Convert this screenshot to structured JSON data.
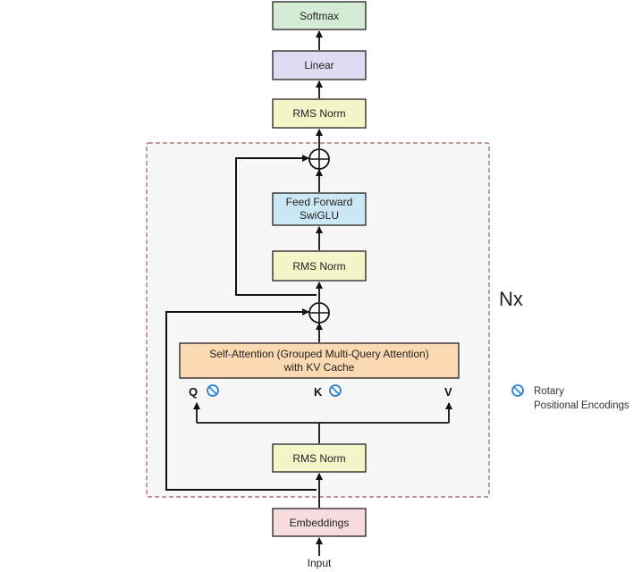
{
  "blocks": {
    "softmax": "Softmax",
    "linear": "Linear",
    "rms_norm_final": "RMS Norm",
    "feed_forward_line1": "Feed Forward",
    "feed_forward_line2": "SwiGLU",
    "rms_norm_ffn": "RMS Norm",
    "attention_line1": "Self-Attention (Grouped Multi-Query Attention)",
    "attention_line2": "with KV Cache",
    "rms_norm_attn": "RMS Norm",
    "embeddings": "Embeddings"
  },
  "qkv": {
    "q": "Q",
    "k": "K",
    "v": "V"
  },
  "input_label": "Input",
  "repeat_label": "Nx",
  "legend": {
    "line1": "Rotary",
    "line2": "Positional Encodings",
    "icon": "rotary-icon"
  },
  "colors": {
    "softmax_fill": "#d4ecd3",
    "linear_fill": "#dcdcf2",
    "norm_fill": "#f4f5c9",
    "ffn_fill": "#cce8f5",
    "attention_fill": "#fbd9b2",
    "embeddings_fill": "#f7dcde",
    "block_border": "#222222",
    "repeat_border": "#a4625a",
    "repeat_fill": "#f7f7f7",
    "rotary_color": "#2f80c8"
  }
}
